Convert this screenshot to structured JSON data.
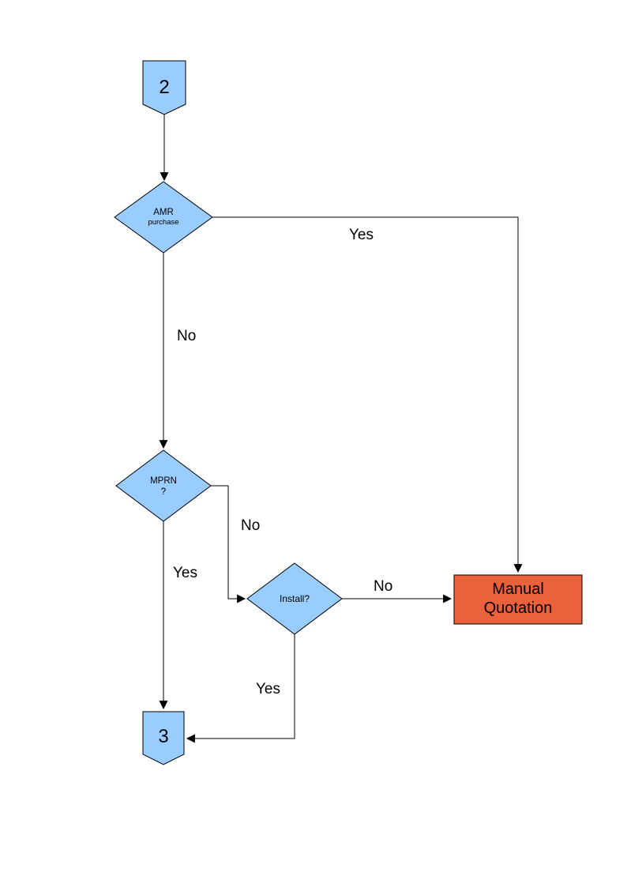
{
  "diagram": {
    "colors": {
      "node_fill": "#99CCFF",
      "terminal_fill": "#EA613C",
      "stroke": "#000000"
    },
    "nodes": {
      "connector_top": {
        "label": "2"
      },
      "amr": {
        "line1": "AMR",
        "line2": "purchase"
      },
      "mprn": {
        "line1": "MPRN",
        "line2": "?"
      },
      "install": {
        "label": "Install?"
      },
      "manual_quotation": {
        "line1": "Manual",
        "line2": "Quotation"
      },
      "connector_bottom": {
        "label": "3"
      }
    },
    "edge_labels": {
      "amr_yes": "Yes",
      "amr_no": "No",
      "mprn_no": "No",
      "mprn_yes": "Yes",
      "install_no": "No",
      "install_yes": "Yes"
    }
  }
}
